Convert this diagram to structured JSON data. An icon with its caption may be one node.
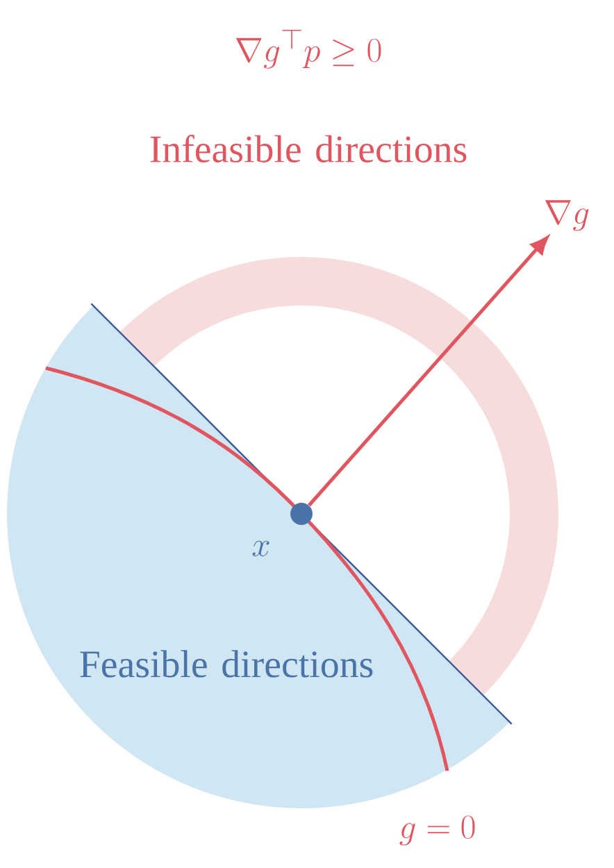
{
  "diagram": {
    "nodes": [
      {
        "text": [],
        "shape": "circle"
      },
      {
        "text": [
          "\\nabla g"
        ]
      }
    ],
    "edges": [
      {
        "from": 0,
        "to": 1,
        "arrow": "to"
      }
    ],
    "labels": [
      "\\nabla g^{\\top} p \\geq 0",
      "Infeasible directions",
      "x",
      "Feasible directions",
      "g = 0"
    ]
  }
}
